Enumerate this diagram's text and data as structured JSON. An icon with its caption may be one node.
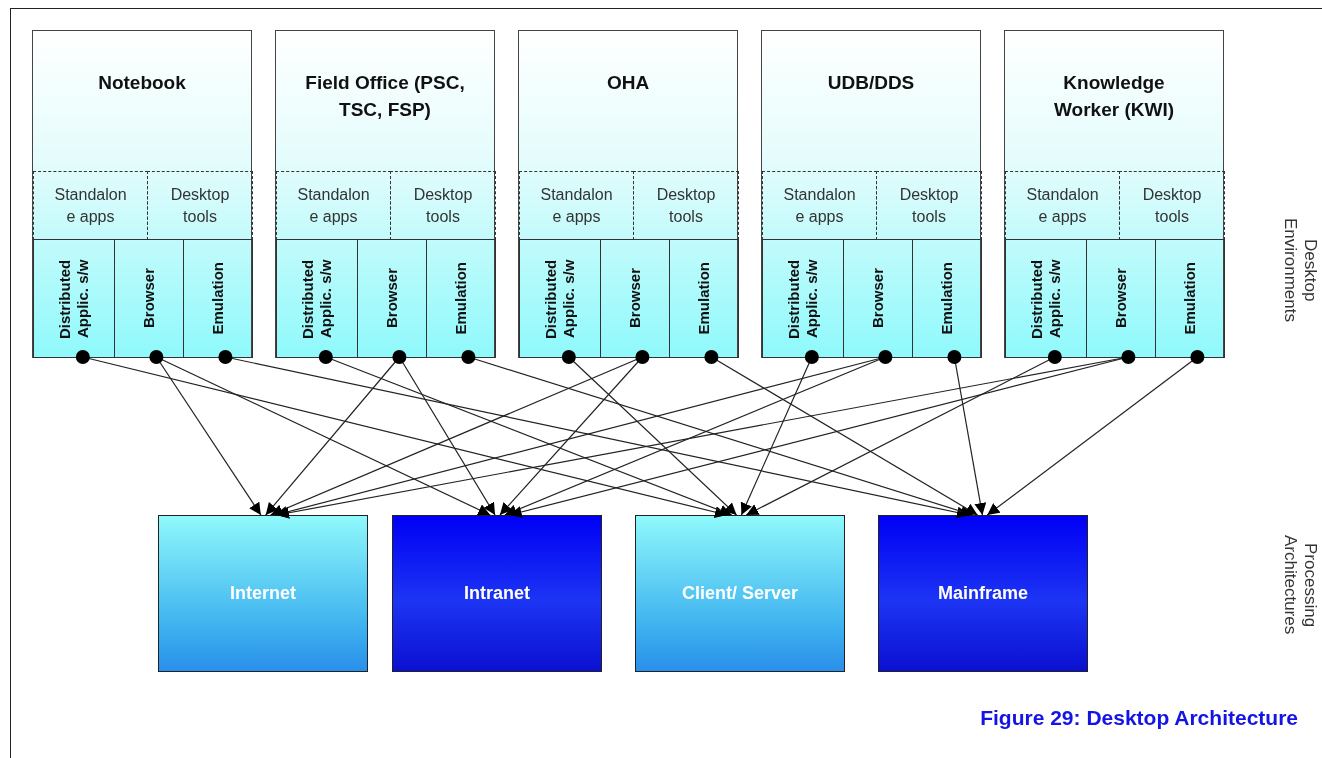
{
  "diagram": {
    "caption": "Figure 29: Desktop Architecture",
    "nodes": [
      {
        "text": [
          "Notebook"
        ]
      },
      {
        "text": [
          "Standalon e apps"
        ],
        "in": 0
      },
      {
        "text": [
          "Desktop tools"
        ],
        "in": 0
      },
      {
        "text": [
          "Distributed Applic. s/w"
        ],
        "in": 0
      },
      {
        "text": [
          "Browser"
        ],
        "in": 0
      },
      {
        "text": [
          "Emulation"
        ],
        "in": 0
      },
      {
        "text": [
          "Field Office (PSC, TSC, FSP)"
        ]
      },
      {
        "text": [
          "Standalon e apps"
        ],
        "in": 6
      },
      {
        "text": [
          "Desktop tools"
        ],
        "in": 6
      },
      {
        "text": [
          "Distributed Applic. s/w"
        ],
        "in": 6
      },
      {
        "text": [
          "Browser"
        ],
        "in": 6
      },
      {
        "text": [
          "Emulation"
        ],
        "in": 6
      },
      {
        "text": [
          "OHA"
        ]
      },
      {
        "text": [
          "Standalon e apps"
        ],
        "in": 12
      },
      {
        "text": [
          "Desktop tools"
        ],
        "in": 12
      },
      {
        "text": [
          "Distributed Applic. s/w"
        ],
        "in": 12
      },
      {
        "text": [
          "Browser"
        ],
        "in": 12
      },
      {
        "text": [
          "Emulation"
        ],
        "in": 12
      },
      {
        "text": [
          "UDB/DDS"
        ]
      },
      {
        "text": [
          "Standalon e apps"
        ],
        "in": 18
      },
      {
        "text": [
          "Desktop tools"
        ],
        "in": 18
      },
      {
        "text": [
          "Distributed Applic. s/w"
        ],
        "in": 18
      },
      {
        "text": [
          "Browser"
        ],
        "in": 18
      },
      {
        "text": [
          "Emulation"
        ],
        "in": 18
      },
      {
        "text": [
          "Knowledge Worker (KWI)"
        ]
      },
      {
        "text": [
          "Standalon e apps"
        ],
        "in": 24
      },
      {
        "text": [
          "Desktop tools"
        ],
        "in": 24
      },
      {
        "text": [
          "Distributed Applic. s/w"
        ],
        "in": 24
      },
      {
        "text": [
          "Browser"
        ],
        "in": 24
      },
      {
        "text": [
          "Emulation"
        ],
        "in": 24
      },
      {
        "text": [
          "Internet"
        ]
      },
      {
        "text": [
          "Intranet"
        ]
      },
      {
        "text": [
          "Client/ Server"
        ]
      },
      {
        "text": [
          "Mainframe"
        ]
      }
    ],
    "edges": [
      {
        "from": 3,
        "to": 32,
        "arrow": "to"
      },
      {
        "from": 4,
        "to": 30,
        "arrow": "to"
      },
      {
        "from": 4,
        "to": 31,
        "arrow": "to"
      },
      {
        "from": 5,
        "to": 33,
        "arrow": "to"
      },
      {
        "from": 9,
        "to": 32,
        "arrow": "to"
      },
      {
        "from": 10,
        "to": 30,
        "arrow": "to"
      },
      {
        "from": 10,
        "to": 31,
        "arrow": "to"
      },
      {
        "from": 11,
        "to": 33,
        "arrow": "to"
      },
      {
        "from": 15,
        "to": 32,
        "arrow": "to"
      },
      {
        "from": 16,
        "to": 30,
        "arrow": "to"
      },
      {
        "from": 16,
        "to": 31,
        "arrow": "to"
      },
      {
        "from": 17,
        "to": 33,
        "arrow": "to"
      },
      {
        "from": 21,
        "to": 32,
        "arrow": "to"
      },
      {
        "from": 22,
        "to": 30,
        "arrow": "to"
      },
      {
        "from": 22,
        "to": 31,
        "arrow": "to"
      },
      {
        "from": 23,
        "to": 33,
        "arrow": "to"
      },
      {
        "from": 27,
        "to": 32,
        "arrow": "to"
      },
      {
        "from": 28,
        "to": 30,
        "arrow": "to"
      },
      {
        "from": 28,
        "to": 31,
        "arrow": "to"
      },
      {
        "from": 29,
        "to": 33,
        "arrow": "to"
      }
    ],
    "labels": [
      "Desktop Environments",
      "Processing Architectures"
    ]
  }
}
